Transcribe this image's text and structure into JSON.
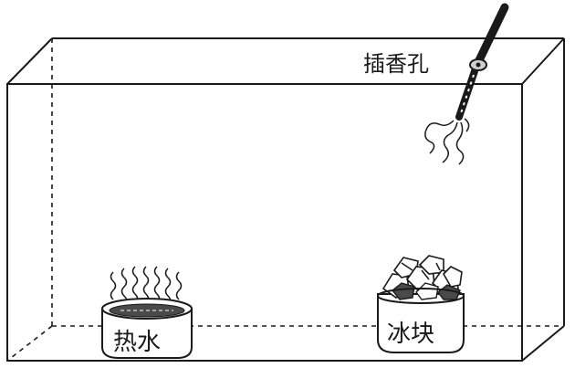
{
  "labels": {
    "incense_hole": "插香孔",
    "hot_water": "热水",
    "ice_cubes": "冰块"
  },
  "colors": {
    "line": "#1a1a1a",
    "background": "#ffffff"
  }
}
